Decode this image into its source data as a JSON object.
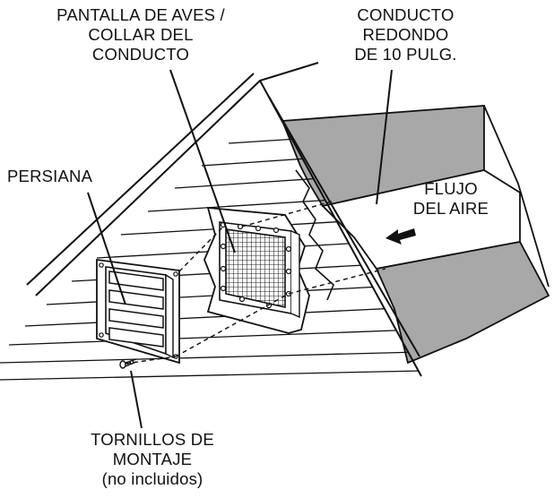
{
  "labels": {
    "screen_collar": [
      "PANTALLA DE AVES /",
      "COLLAR DEL",
      "CONDUCTO"
    ],
    "round_duct": [
      "CONDUCTO",
      "REDONDO",
      "DE 10 PULG."
    ],
    "louver": [
      "PERSIANA"
    ],
    "airflow": [
      "FLUJO",
      "DEL AIRE"
    ],
    "screws": [
      "TORNILLOS DE",
      "MONTAJE",
      "(no incluidos)"
    ]
  },
  "colors": {
    "line": "#111111",
    "duct_gray": "#a8a8a8",
    "background": "#ffffff"
  },
  "icons": [
    "airflow-arrow-icon",
    "screw-icon"
  ]
}
